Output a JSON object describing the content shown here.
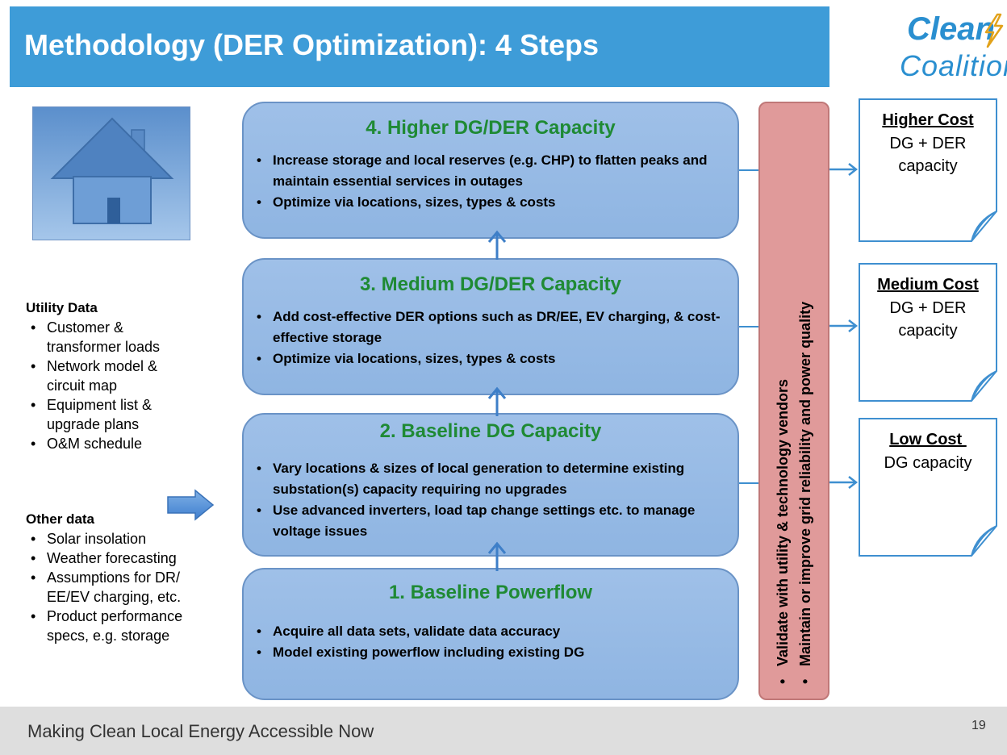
{
  "header": {
    "title": "Methodology (DER Optimization): 4 Steps",
    "logo_line1": "Clean",
    "logo_line2": "Coalition"
  },
  "inputs": {
    "utility_heading": "Utility Data",
    "utility_items": [
      "Customer &",
      "transformer loads",
      "Network model &",
      "circuit map",
      "Equipment list &",
      "upgrade plans",
      "O&M  schedule"
    ],
    "other_heading": "Other data",
    "other_items": [
      "Solar insolation",
      "Weather forecasting",
      "Assumptions for DR/",
      "EE/EV charging, etc.",
      "Product performance",
      "specs, e.g. storage"
    ]
  },
  "steps": [
    {
      "title": "4.  Higher DG/DER Capacity",
      "bullets": [
        "Increase storage and local reserves (e.g. CHP) to flatten peaks and maintain essential services in outages",
        "Optimize via locations, sizes, types & costs"
      ]
    },
    {
      "title": "3.  Medium DG/DER Capacity",
      "bullets": [
        "Add cost-effective DER options such as DR/EE, EV charging, & cost-effective storage",
        "Optimize via locations, sizes, types & costs"
      ]
    },
    {
      "title": "2.  Baseline DG Capacity",
      "bullets": [
        "Vary locations & sizes of local generation to determine existing substation(s) capacity requiring no upgrades",
        "Use advanced inverters, load tap change settings etc. to manage voltage issues"
      ]
    },
    {
      "title": "1.  Baseline Powerflow",
      "bullets": [
        "Acquire all data sets, validate data accuracy",
        "Model existing powerflow including existing DG"
      ]
    }
  ],
  "validation": {
    "items": [
      "Validate with utility & technology vendors",
      "Maintain or improve grid reliability and power quality"
    ]
  },
  "outputs": [
    {
      "title": "Higher Cost",
      "line1": "DG + DER",
      "line2": "capacity"
    },
    {
      "title": "Medium Cost",
      "line1": "DG + DER",
      "line2": "capacity"
    },
    {
      "title": "Low Cost ",
      "line1": "DG capacity",
      "line2": ""
    }
  ],
  "footer": {
    "tagline": "Making Clean Local Energy Accessible Now",
    "page_number": "19"
  },
  "colors": {
    "title_bar": "#3e9cd8",
    "step_box": "#9fc0e8",
    "step_title": "#1f8a34",
    "validate_bar": "#e09a9a",
    "logo": "#2a8fd0"
  }
}
